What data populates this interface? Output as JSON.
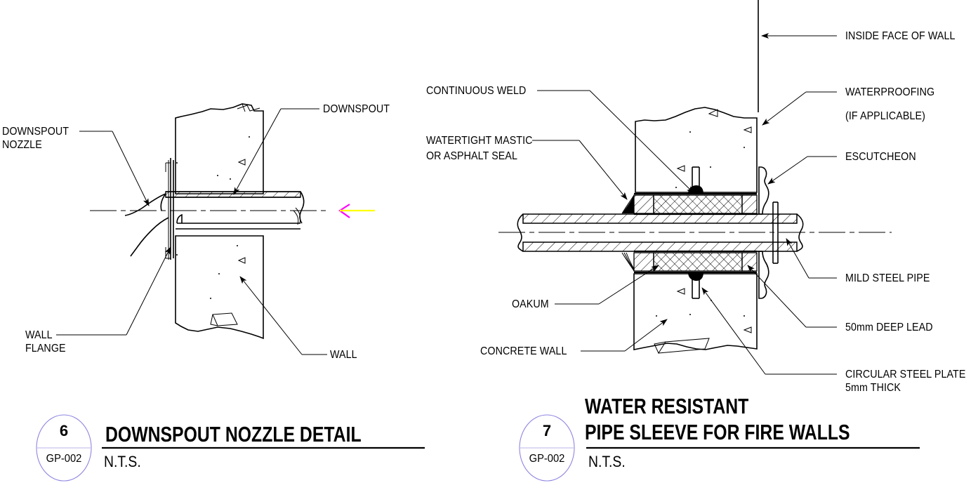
{
  "sheet": {
    "background": "#ffffff",
    "line_color": "#000000",
    "bubble_color": "#8f86e0",
    "cursor_colors": {
      "arrow": "#ff00ff",
      "tail": "#ffff00"
    }
  },
  "details": [
    {
      "id": "downspout-nozzle",
      "bubble_number": "6",
      "bubble_sheet": "GP-002",
      "title_lines": [
        "DOWNSPOUT NOZZLE DETAIL"
      ],
      "scale_note": "N.T.S.",
      "labels": [
        {
          "key": "downspout_nozzle",
          "text": "DOWNSPOUT",
          "text2": "NOZZLE"
        },
        {
          "key": "downspout",
          "text": "DOWNSPOUT"
        },
        {
          "key": "wall_flange",
          "text": "WALL",
          "text2": "FLANGE"
        },
        {
          "key": "wall",
          "text": "WALL"
        }
      ]
    },
    {
      "id": "water-resistant-pipe-sleeve",
      "bubble_number": "7",
      "bubble_sheet": "GP-002",
      "title_lines": [
        "WATER RESISTANT",
        "PIPE SLEEVE FOR FIRE WALLS"
      ],
      "scale_note": "N.T.S.",
      "labels": [
        {
          "key": "inside_face_of_wall",
          "text": "INSIDE FACE OF WALL"
        },
        {
          "key": "continuous_weld",
          "text": "CONTINUOUS WELD"
        },
        {
          "key": "waterproofing",
          "text": "WATERPROOFING",
          "text2": "(IF APPLICABLE)"
        },
        {
          "key": "watertight_mastic",
          "text": "WATERTIGHT MASTIC",
          "text2": "OR ASPHALT SEAL"
        },
        {
          "key": "escutcheon",
          "text": "ESCUTCHEON"
        },
        {
          "key": "mild_steel_pipe",
          "text": "MILD STEEL PIPE"
        },
        {
          "key": "deep_lead",
          "text": "50mm DEEP LEAD"
        },
        {
          "key": "circular_steel_plate",
          "text": "CIRCULAR STEEL PLATE",
          "text2": "5mm THICK"
        },
        {
          "key": "oakum",
          "text": "OAKUM"
        },
        {
          "key": "concrete_wall",
          "text": "CONCRETE WALL"
        }
      ]
    }
  ],
  "left": {
    "label_downspout_nozzle_1": "DOWNSPOUT",
    "label_downspout_nozzle_2": "NOZZLE",
    "label_downspout": "DOWNSPOUT",
    "label_wall_flange_1": "WALL",
    "label_wall_flange_2": "FLANGE",
    "label_wall": "WALL",
    "bubble_number": "6",
    "bubble_sheet": "GP-002",
    "title": "DOWNSPOUT NOZZLE DETAIL",
    "nts": "N.T.S."
  },
  "right": {
    "label_inside_face": "INSIDE FACE OF WALL",
    "label_continuous_weld": "CONTINUOUS WELD",
    "label_waterproofing_1": "WATERPROOFING",
    "label_waterproofing_2": "(IF APPLICABLE)",
    "label_mastic_1": "WATERTIGHT MASTIC",
    "label_mastic_2": "OR ASPHALT SEAL",
    "label_escutcheon": "ESCUTCHEON",
    "label_mild_steel_pipe": "MILD STEEL PIPE",
    "label_deep_lead": "50mm DEEP LEAD",
    "label_circular_plate_1": "CIRCULAR STEEL PLATE",
    "label_circular_plate_2": "5mm THICK",
    "label_oakum": "OAKUM",
    "label_concrete_wall": "CONCRETE WALL",
    "bubble_number": "7",
    "bubble_sheet": "GP-002",
    "title_1": "WATER RESISTANT",
    "title_2": "PIPE SLEEVE FOR FIRE WALLS",
    "nts": "N.T.S."
  }
}
